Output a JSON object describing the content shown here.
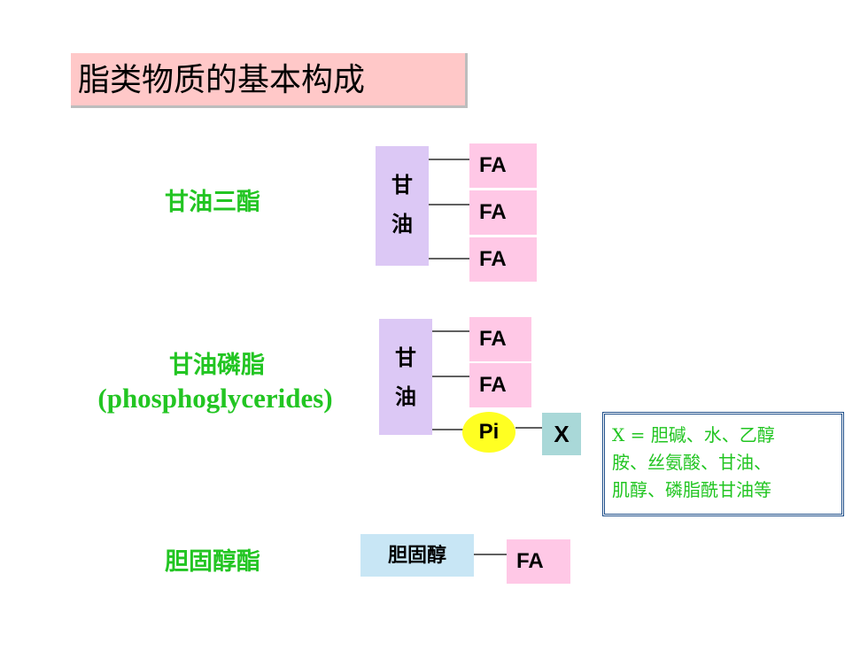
{
  "title": "脂类物质的基本构成",
  "triglyceride": {
    "label": "甘油三酯",
    "glycerol": [
      "甘",
      "油"
    ],
    "chains": [
      "FA",
      "FA",
      "FA"
    ]
  },
  "phosphoglyceride": {
    "label": "甘油磷脂",
    "label_en": "(phosphoglycerides)",
    "glycerol": [
      "甘",
      "油"
    ],
    "chains": [
      "FA",
      "FA"
    ],
    "phosphate": "Pi",
    "head_group": "X",
    "note": [
      "X = 胆碱、水、乙醇",
      "胺、丝氨酸、甘油、",
      "肌醇、磷脂酰甘油等"
    ]
  },
  "cholesterol_ester": {
    "label": "胆固醇酯",
    "backbone": "胆固醇",
    "chain": "FA"
  },
  "colors": {
    "title_bg": "#ffc8c8",
    "label_green": "#22c522",
    "glycerol_bg": "#dcc8f5",
    "fa_bg": "#ffc8e6",
    "pi_bg": "#ffff22",
    "x_bg": "#a9d8d8",
    "note_border": "#1f4f8a",
    "cholesterol_bg": "#c8e6f5"
  }
}
